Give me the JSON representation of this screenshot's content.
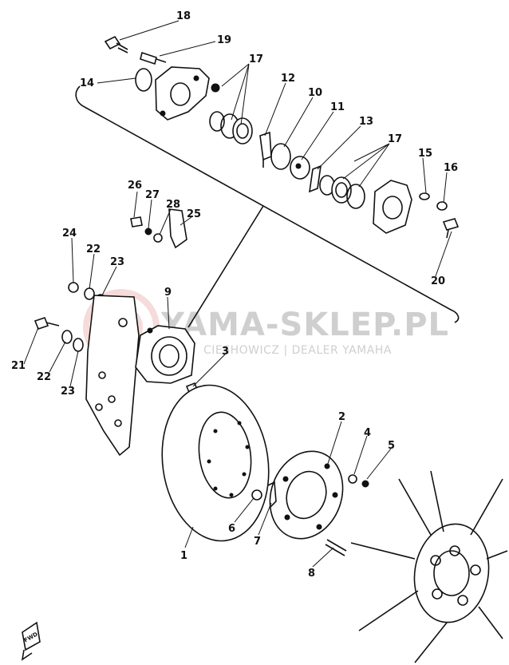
{
  "watermark": {
    "title": "YAMA-SKLEP.PL",
    "subtitle": "CIESHOWICZ | DEALER YAMAHA"
  },
  "callouts": [
    {
      "id": "c1",
      "label": "1"
    },
    {
      "id": "c2",
      "label": "2"
    },
    {
      "id": "c3",
      "label": "3"
    },
    {
      "id": "c4",
      "label": "4"
    },
    {
      "id": "c5",
      "label": "5"
    },
    {
      "id": "c6",
      "label": "6"
    },
    {
      "id": "c7",
      "label": "7"
    },
    {
      "id": "c8",
      "label": "8"
    },
    {
      "id": "c9",
      "label": "9"
    },
    {
      "id": "c10",
      "label": "10"
    },
    {
      "id": "c11",
      "label": "11"
    },
    {
      "id": "c12",
      "label": "12"
    },
    {
      "id": "c13",
      "label": "13"
    },
    {
      "id": "c14",
      "label": "14"
    },
    {
      "id": "c15",
      "label": "15"
    },
    {
      "id": "c16",
      "label": "16"
    },
    {
      "id": "c17a",
      "label": "17"
    },
    {
      "id": "c17b",
      "label": "17"
    },
    {
      "id": "c18",
      "label": "18"
    },
    {
      "id": "c19",
      "label": "19"
    },
    {
      "id": "c20",
      "label": "20"
    },
    {
      "id": "c21",
      "label": "21"
    },
    {
      "id": "c22a",
      "label": "22"
    },
    {
      "id": "c22b",
      "label": "22"
    },
    {
      "id": "c23a",
      "label": "23"
    },
    {
      "id": "c23b",
      "label": "23"
    },
    {
      "id": "c24",
      "label": "24"
    },
    {
      "id": "c25",
      "label": "25"
    },
    {
      "id": "c26",
      "label": "26"
    },
    {
      "id": "c27",
      "label": "27"
    },
    {
      "id": "c28",
      "label": "28"
    }
  ],
  "front_marker": "FWD"
}
